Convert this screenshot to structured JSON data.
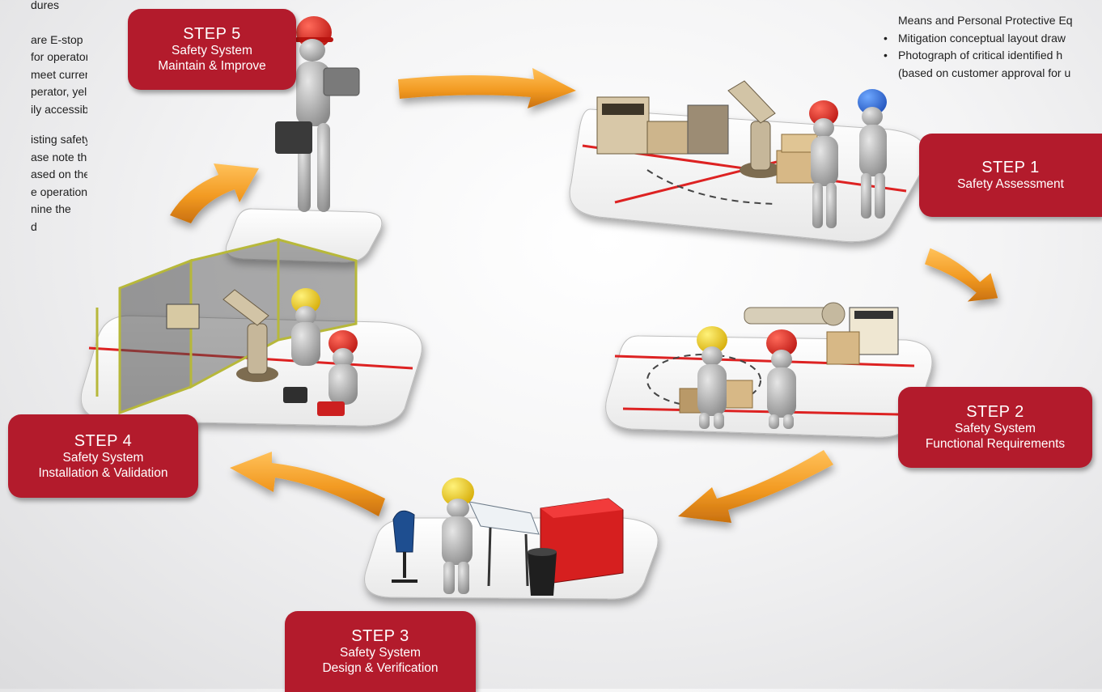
{
  "left_text": {
    "lines_a": [
      "dures"
    ],
    "lines_b": [
      "are E-stop",
      " for operator",
      "meet current",
      "perator, yellow",
      "ily accessible."
    ],
    "lines_c": [
      "isting safety",
      "ase note that",
      "ased on the",
      "e operation.",
      "nine the",
      "d"
    ]
  },
  "right_text": {
    "line0": "Means and Personal Protective Eq",
    "bullets": [
      {
        "bullet": "•",
        "lines": [
          "Mitigation conceptual layout draw"
        ]
      },
      {
        "bullet": "•",
        "lines": [
          "Photograph of critical identified h",
          "(based on customer approval for u"
        ]
      }
    ]
  },
  "steps": {
    "step5": {
      "title": "STEP 5",
      "line1": "Safety System",
      "line2": "Maintain & Improve"
    },
    "step1": {
      "title": "STEP 1",
      "line1": "Safety Assessment",
      "line2": ""
    },
    "step2": {
      "title": "STEP 2",
      "line1": "Safety System",
      "line2": "Functional Requirements"
    },
    "step3": {
      "title": "STEP 3",
      "line1": "Safety System",
      "line2": "Design & Verification"
    },
    "step4": {
      "title": "STEP 4",
      "line1": "Safety System",
      "line2": "Installation & Validation"
    }
  },
  "colors": {
    "badge_red": "#b31b2c",
    "arrow_orange": "#f29a22",
    "platform": "#f7f7f7"
  },
  "icons": {
    "flow_arrow": "orange-curved-arrow-icon",
    "worker": "worker-figure-icon",
    "robot": "robot-arm-icon"
  }
}
